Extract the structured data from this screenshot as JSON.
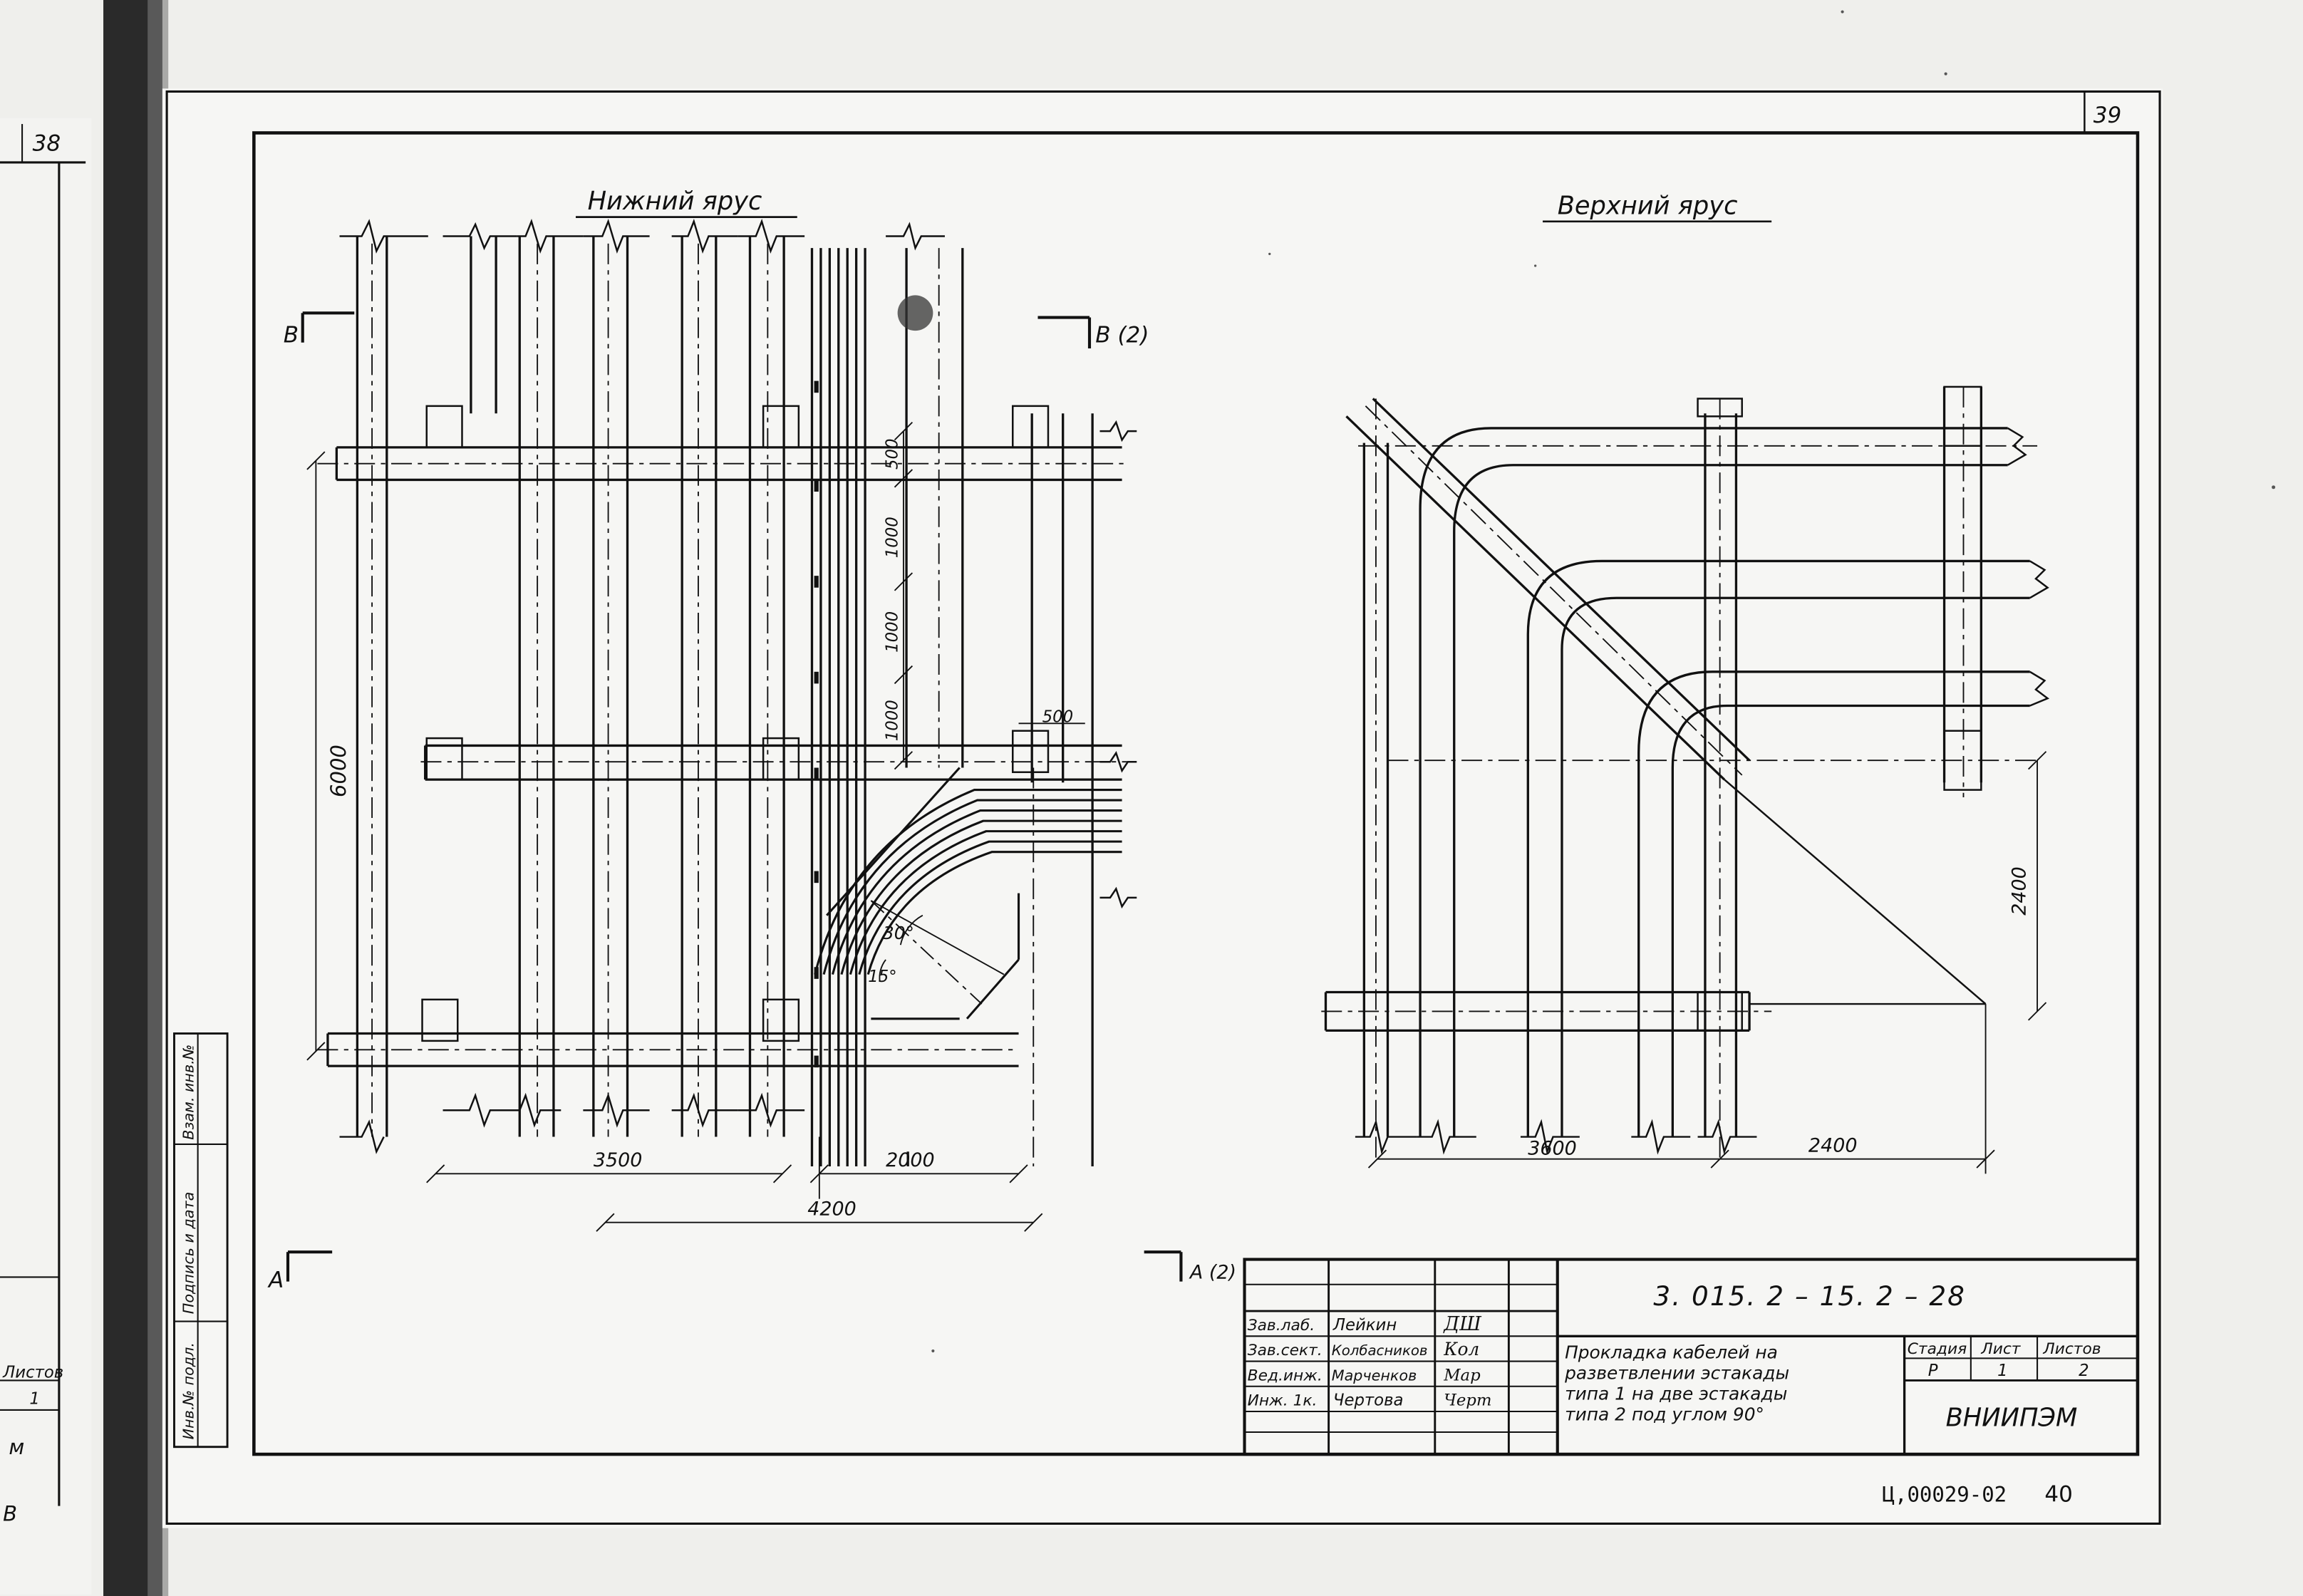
{
  "prev_page": {
    "number": "38",
    "sheets_label": "Листов",
    "sheets_value": "1",
    "fragment_m": "м",
    "fragment_b": "В"
  },
  "sheet": {
    "page_number": "39",
    "archive_code": "Ц,00029-02",
    "archive_page": "40"
  },
  "drawing": {
    "lower_tier_title": "Нижний ярус",
    "upper_tier_title": "Верхний ярус",
    "section_b_left": "В",
    "section_b_right": "В (2)",
    "section_a_left": "А",
    "section_a_right": "А (2)",
    "dims_lower": {
      "d6000": "6000",
      "d500_top": "500",
      "d1000_a": "1000",
      "d1000_b": "1000",
      "d1000_c": "1000",
      "d500_mid": "500",
      "d3500": "3500",
      "d2000": "2000",
      "d4200": "4200",
      "angle30": "30°",
      "angle15": "15°"
    },
    "dims_upper": {
      "d2400_v": "2400",
      "d3600": "3600",
      "d2400_h": "2400"
    }
  },
  "side_stamp": {
    "inv_orig": "Инв.№ подл.",
    "sign_date": "Подпись и дата",
    "replace_inv": "Взам. инв.№"
  },
  "title_block": {
    "designation": "3. 015. 2 – 15. 2 – 28",
    "staff": [
      {
        "role": "Зав.лаб.",
        "name": "Лейкин",
        "sign": "ДШ"
      },
      {
        "role": "Зав.сект.",
        "name": "Колбасников",
        "sign": "Кол"
      },
      {
        "role": "Вед.инж.",
        "name": "Марченков",
        "sign": "Мар"
      },
      {
        "role": "Инж. 1к.",
        "name": "Чертова",
        "sign": "Черт"
      }
    ],
    "title_lines": [
      "Прокладка кабелей на",
      "разветвлении эстакады",
      "типа 1 на две эстакады",
      "типа 2 под углом 90°"
    ],
    "stage_label": "Стадия",
    "sheet_label": "Лист",
    "sheets_label": "Листов",
    "stage_value": "Р",
    "sheet_value": "1",
    "sheets_value": "2",
    "organization": "ВНИИПЭМ"
  }
}
